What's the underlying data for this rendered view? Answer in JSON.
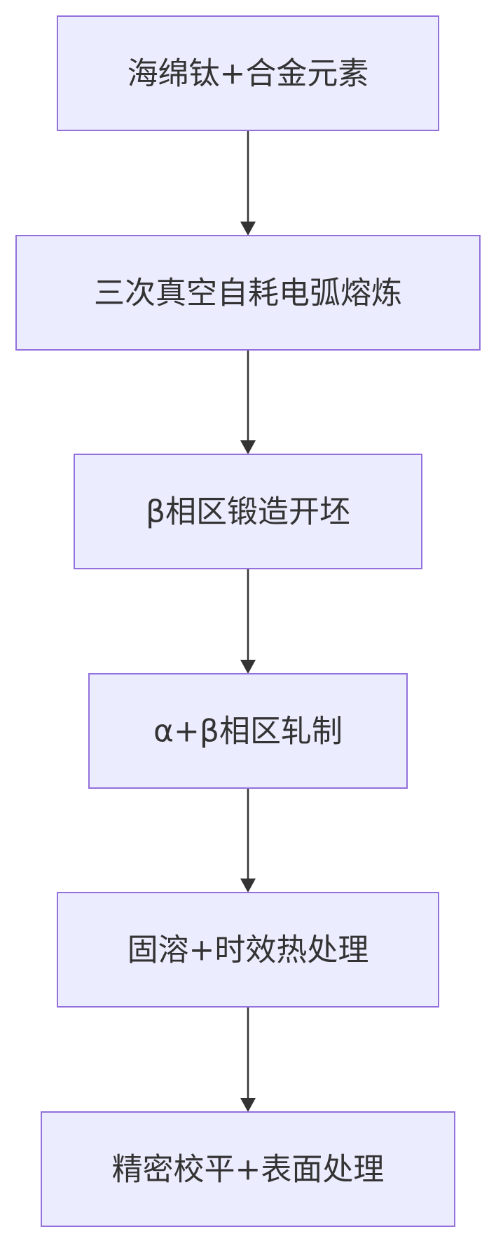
{
  "diagram": {
    "type": "flowchart",
    "direction": "top-down",
    "nodes": [
      {
        "id": "n1",
        "label": "海绵钛+合金元素"
      },
      {
        "id": "n2",
        "label": "三次真空自耗电弧熔炼"
      },
      {
        "id": "n3",
        "label": "β相区锻造开坯"
      },
      {
        "id": "n4",
        "label": "α+β相区轧制"
      },
      {
        "id": "n5",
        "label": "固溶+时效热处理"
      },
      {
        "id": "n6",
        "label": "精密校平+表面处理"
      }
    ],
    "edges": [
      {
        "from": "n1",
        "to": "n2"
      },
      {
        "from": "n2",
        "to": "n3"
      },
      {
        "from": "n3",
        "to": "n4"
      },
      {
        "from": "n4",
        "to": "n5"
      },
      {
        "from": "n5",
        "to": "n6"
      }
    ]
  },
  "colors": {
    "node_fill": "#ececff",
    "node_stroke": "#9370db",
    "edge": "#333333",
    "text": "#333333"
  }
}
